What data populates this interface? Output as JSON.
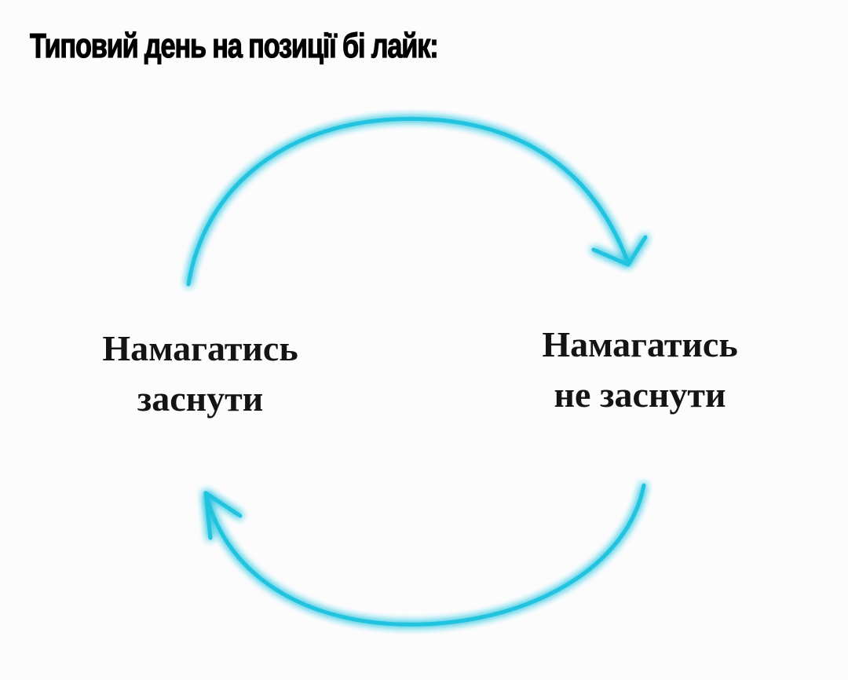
{
  "title": "Типовий день на позиції бі лайк:",
  "nodes": {
    "left": {
      "line1": "Намагатись",
      "line2": "заснути"
    },
    "right": {
      "line1": "Намагатись",
      "line2": "не заснути"
    }
  },
  "colors": {
    "arrow": "#22c3df",
    "arrow_glow": "#7fe6f5",
    "text": "#141414",
    "background": "#fcfcfd"
  },
  "arrows": [
    {
      "from": "left",
      "to": "right",
      "direction": "clockwise-top"
    },
    {
      "from": "right",
      "to": "left",
      "direction": "clockwise-bottom"
    }
  ]
}
